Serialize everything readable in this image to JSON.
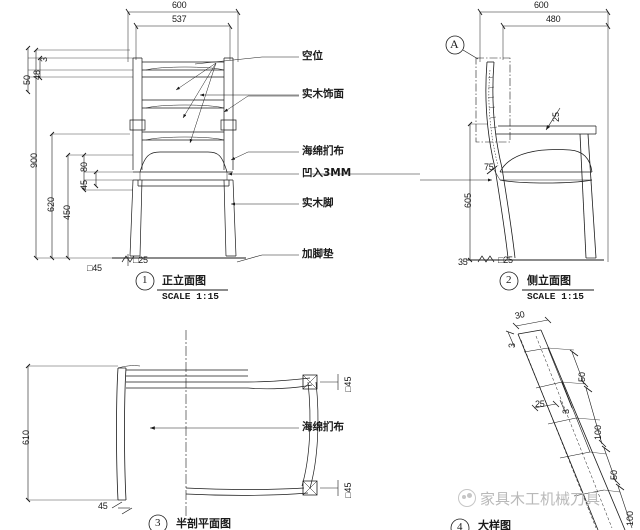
{
  "document": {
    "type": "cad-furniture-drawing",
    "subject": "armchair",
    "background_color": "#ffffff",
    "line_color": "#1a1a1a"
  },
  "views": [
    {
      "number": "1",
      "title": "正立面图",
      "scale": "SCALE 1:15",
      "dimensions": {
        "top_outer": "600",
        "top_inner": "537",
        "left_total": "900",
        "left_second": "620",
        "left_third": "450",
        "seat_a": "45",
        "seat_b": "80",
        "back_a": "50",
        "back_b": "48",
        "back_c": "3",
        "leg_section_left": "□45",
        "leg_section_right": "□25"
      }
    },
    {
      "number": "2",
      "title": "侧立面图",
      "scale": "SCALE 1:15",
      "detail_bubble": "A",
      "dimensions": {
        "top_outer": "600",
        "top_inner": "480",
        "arm_thickness": "25",
        "seat_height_mark": "75",
        "left_total": "605",
        "base_left": "35",
        "base_section": "□25"
      }
    },
    {
      "number": "3",
      "title": "半剖平面图",
      "scale": "",
      "dimensions": {
        "left_total": "610",
        "bottom_left": "45",
        "corner_top": "□45",
        "corner_bottom": "□45"
      }
    },
    {
      "number": "4",
      "title": "大样图",
      "scale": "",
      "dimensions": {
        "top_width": "30",
        "top_thickness": "3",
        "seg_1": "50",
        "mid_width": "25",
        "mid_thickness": "3",
        "seg_2": "100",
        "seg_3": "50",
        "seg_4": "100"
      }
    }
  ],
  "annotations": {
    "front_view": [
      {
        "text": "空位"
      },
      {
        "text": "实木饰面"
      },
      {
        "text": "海绵扪布"
      },
      {
        "text": "凹入3MM"
      },
      {
        "text": "实木脚"
      },
      {
        "text": "加脚垫"
      }
    ],
    "plan_view": [
      {
        "text": "海绵扪布"
      }
    ]
  },
  "watermark": {
    "text": "家具木工机械刀具",
    "icon": "wechat-logo-icon",
    "color": "#b9b9b9"
  }
}
